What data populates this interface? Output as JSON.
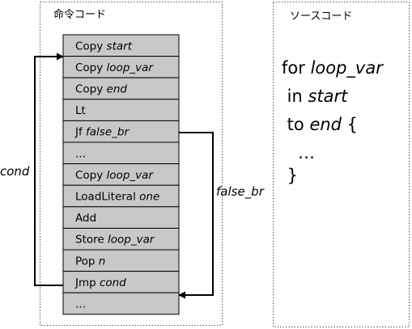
{
  "instruction_panel": {
    "title": "命令コード",
    "rows": [
      [
        {
          "t": "Copy "
        },
        {
          "t": "start",
          "i": true
        }
      ],
      [
        {
          "t": "Copy "
        },
        {
          "t": "loop_var",
          "i": true
        }
      ],
      [
        {
          "t": "Copy "
        },
        {
          "t": "end",
          "i": true
        }
      ],
      [
        {
          "t": "Lt"
        }
      ],
      [
        {
          "t": "Jf "
        },
        {
          "t": "false_br",
          "i": true
        }
      ],
      [
        {
          "t": "..."
        }
      ],
      [
        {
          "t": "Copy "
        },
        {
          "t": "loop_var",
          "i": true
        }
      ],
      [
        {
          "t": "LoadLiteral "
        },
        {
          "t": "one",
          "i": true
        }
      ],
      [
        {
          "t": "Add"
        }
      ],
      [
        {
          "t": "Store "
        },
        {
          "t": "loop_var",
          "i": true
        }
      ],
      [
        {
          "t": "Pop "
        },
        {
          "t": "n",
          "i": true
        }
      ],
      [
        {
          "t": "Jmp "
        },
        {
          "t": "cond",
          "i": true
        }
      ],
      [
        {
          "t": "..."
        }
      ]
    ]
  },
  "source_panel": {
    "title": "ソースコード",
    "lines": [
      [
        {
          "t": "for "
        },
        {
          "t": "loop_var",
          "i": true
        }
      ],
      [
        {
          "t": " in "
        },
        {
          "t": "start",
          "i": true
        }
      ],
      [
        {
          "t": " to "
        },
        {
          "t": "end",
          "i": true
        },
        {
          "t": " {"
        }
      ],
      [
        {
          "t": "   …"
        }
      ],
      [
        {
          "t": " }"
        }
      ]
    ]
  },
  "arrows": {
    "cond_label": "cond",
    "false_br_label": "false_br"
  },
  "colors": {
    "cell_fill": "#c8c8c8",
    "border": "#000000",
    "panel_border": "#555555"
  }
}
